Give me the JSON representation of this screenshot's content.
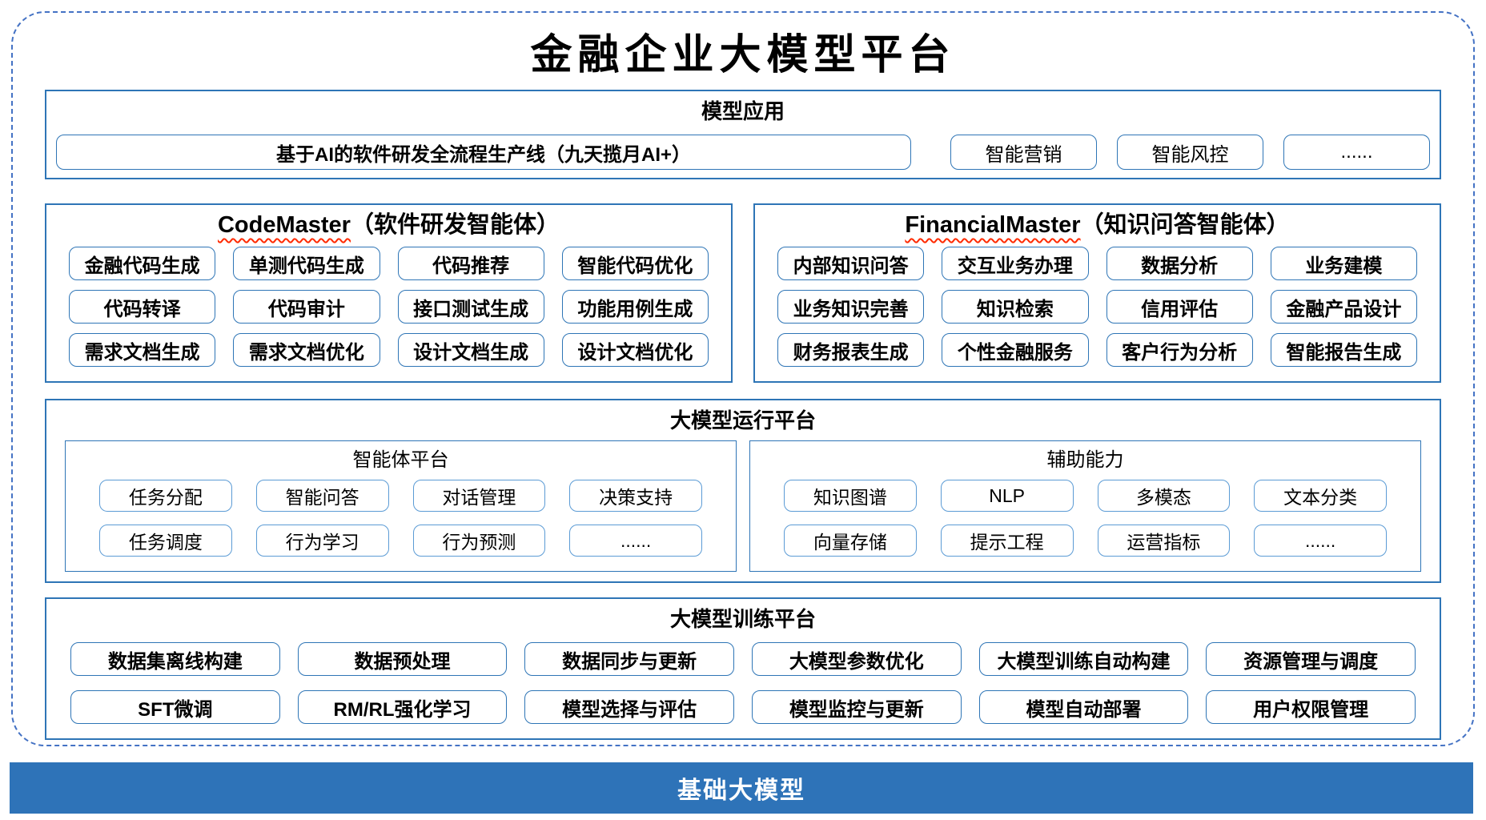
{
  "platform_title": "金融企业大模型平台",
  "model_apps": {
    "title": "模型应用",
    "main_item": "基于AI的软件研发全流程生产线（九天揽月AI+）",
    "items": [
      "智能营销",
      "智能风控",
      "......"
    ]
  },
  "agents": {
    "code_master": {
      "name_en": "CodeMaster",
      "name_zh": "（软件研发智能体）",
      "items": [
        "金融代码生成",
        "单测代码生成",
        "代码推荐",
        "智能代码优化",
        "代码转译",
        "代码审计",
        "接口测试生成",
        "功能用例生成",
        "需求文档生成",
        "需求文档优化",
        "设计文档生成",
        "设计文档优化"
      ]
    },
    "financial_master": {
      "name_en": "FinancialMaster",
      "name_zh": "（知识问答智能体）",
      "items": [
        "内部知识问答",
        "交互业务办理",
        "数据分析",
        "业务建模",
        "业务知识完善",
        "知识检索",
        "信用评估",
        "金融产品设计",
        "财务报表生成",
        "个性金融服务",
        "客户行为分析",
        "智能报告生成"
      ]
    }
  },
  "runtime": {
    "title": "大模型运行平台",
    "agent_platform": {
      "title": "智能体平台",
      "items": [
        "任务分配",
        "智能问答",
        "对话管理",
        "决策支持",
        "任务调度",
        "行为学习",
        "行为预测",
        "......"
      ]
    },
    "aux": {
      "title": "辅助能力",
      "items": [
        "知识图谱",
        "NLP",
        "多模态",
        "文本分类",
        "向量存储",
        "提示工程",
        "运营指标",
        "......"
      ]
    }
  },
  "training": {
    "title": "大模型训练平台",
    "items": [
      "数据集离线构建",
      "数据预处理",
      "数据同步与更新",
      "大模型参数优化",
      "大模型训练自动构建",
      "资源管理与调度",
      "SFT微调",
      "RM/RL强化学习",
      "模型选择与评估",
      "模型监控与更新",
      "模型自动部署",
      "用户权限管理"
    ]
  },
  "base_model": {
    "label": "基础大模型"
  },
  "colors": {
    "dashed_border": "#4472C4",
    "section_border": "#2E75B6",
    "chip_border": "#2E75B6",
    "thin_chip_border": "#5B9BD5",
    "base_bar": "#2E73B8",
    "spellcheck_underline": "#FF2A00"
  }
}
